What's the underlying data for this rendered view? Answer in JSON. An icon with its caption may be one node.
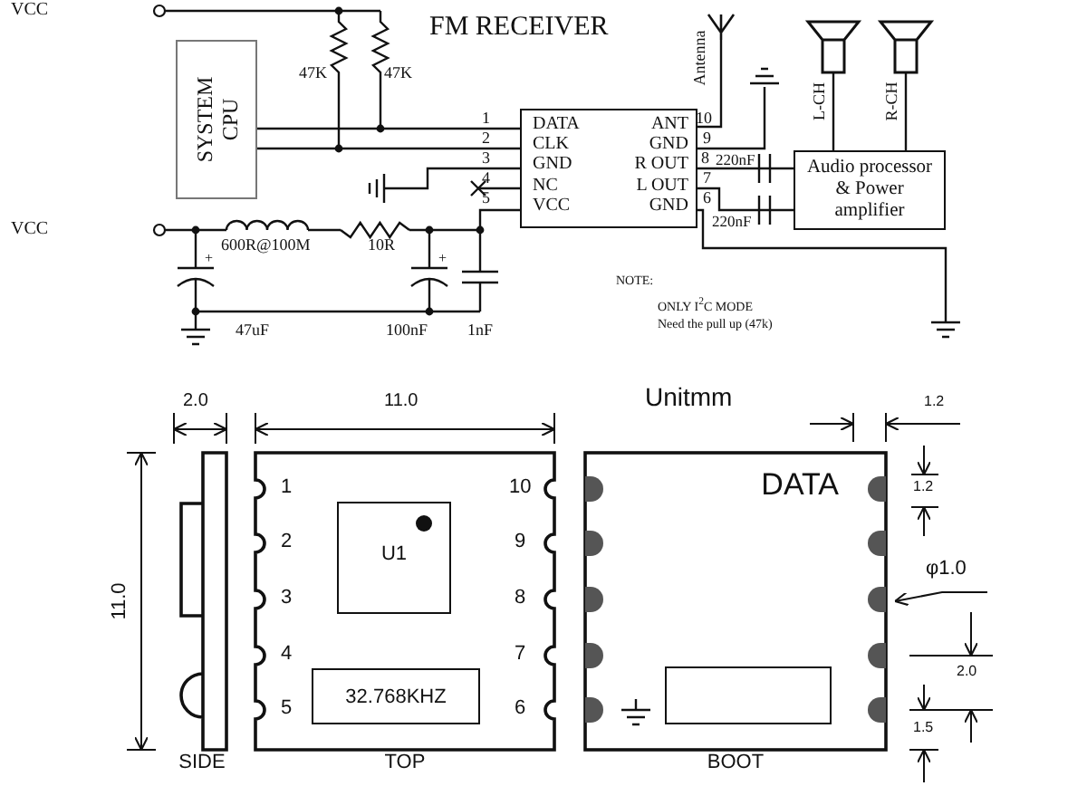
{
  "diagram": {
    "title": "FM RECEIVER",
    "nodes": [
      {
        "text": [
          "SYSTEM CPU"
        ]
      },
      {
        "text": [
          "DATA",
          "ANT",
          "CLK",
          "GND",
          "GND",
          "R OUT",
          "NC",
          "L OUT",
          "VCC",
          "GND"
        ]
      },
      {
        "text": [],
        "shape": "picture",
        "beside": [
          "Antenna"
        ]
      },
      {
        "text": [],
        "shape": "picture",
        "beside": [
          "L-CH"
        ]
      },
      {
        "text": [],
        "shape": "picture",
        "beside": [
          "R-CH"
        ]
      },
      {
        "text": [
          "Audio processor & Power amplifier"
        ]
      },
      {
        "text": [
          "SIDE"
        ]
      },
      {
        "text": [
          "TOP"
        ]
      },
      {
        "text": [
          "U1"
        ],
        "in": 7
      },
      {
        "text": [
          "32.768KHZ"
        ],
        "in": 7
      },
      {
        "text": [
          "DATA",
          "BOOT"
        ]
      },
      {
        "text": [],
        "shape": "box",
        "in": 10
      }
    ],
    "edges": [
      {
        "from": 0,
        "to": 1,
        "arrow": "none"
      },
      {
        "from": 0,
        "to": 1,
        "arrow": "none"
      },
      {
        "from": 1,
        "to": 2,
        "arrow": "none"
      },
      {
        "from": 1,
        "to": 5,
        "arrow": "none"
      },
      {
        "from": 1,
        "to": 5,
        "arrow": "none"
      },
      {
        "from": 5,
        "to": 3,
        "arrow": "none"
      },
      {
        "from": 5,
        "to": 4,
        "arrow": "none"
      }
    ],
    "labels": [
      "VCC",
      "47K",
      "47K",
      "1",
      "2",
      "3",
      "4",
      "5",
      "10",
      "9",
      "8",
      "7",
      "6",
      "220nF",
      "220nF",
      "VCC",
      "600R@100M",
      "10R",
      "47uF",
      "100nF",
      "1nF",
      "NOTE:",
      "ONLY I$^{2}$C MODE",
      "Need the pull up (47k)",
      "2.0",
      "11.0",
      "Unitmm",
      "1.2",
      "1.2",
      "11.0",
      "1",
      "2",
      "3",
      "4",
      "5",
      "10",
      "9",
      "8",
      "7",
      "6",
      "φ1.0",
      "2.0",
      "1.5",
      "+",
      "+"
    ]
  }
}
